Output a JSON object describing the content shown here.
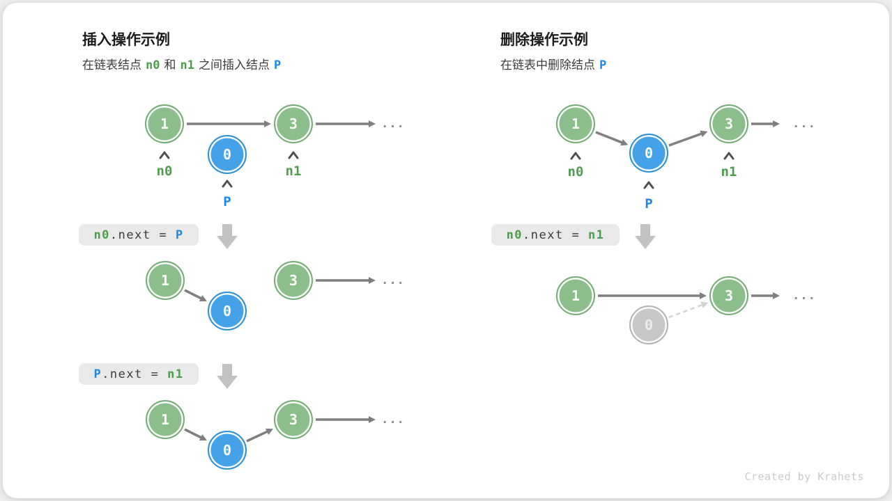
{
  "watermark": "Created by Krahets",
  "colors": {
    "node_green": "#8cbe8c",
    "node_blue": "#45a2e8",
    "node_gray": "#c7c7c7",
    "label_green": "#4c9e4c",
    "label_blue": "#1e88e5",
    "arrow_gray": "#7f7f7f"
  },
  "insert": {
    "title": "插入操作示例",
    "subtitle": {
      "part1": "在链表结点",
      "n0": "n0",
      "part2": "和",
      "n1": "n1",
      "part3": "之间插入结点",
      "p": "P"
    },
    "node_values": {
      "one": "1",
      "zero": "0",
      "three": "3"
    },
    "pointer_labels": {
      "n0": "n0",
      "n1": "n1",
      "p": "P"
    },
    "code_step1": {
      "lhs": "n0",
      "op": ".next = ",
      "rhs": "P"
    },
    "code_step2": {
      "lhs": "P",
      "op": ".next = ",
      "rhs": "n1"
    },
    "ellipsis": "..."
  },
  "delete": {
    "title": "删除操作示例",
    "subtitle": {
      "part1": "在链表中删除结点",
      "p": "P"
    },
    "node_values": {
      "one": "1",
      "zero": "0",
      "three": "3"
    },
    "pointer_labels": {
      "n0": "n0",
      "n1": "n1",
      "p": "P"
    },
    "code_step1": {
      "lhs": "n0",
      "op": ".next = ",
      "rhs": "n1"
    },
    "ellipsis": "..."
  }
}
